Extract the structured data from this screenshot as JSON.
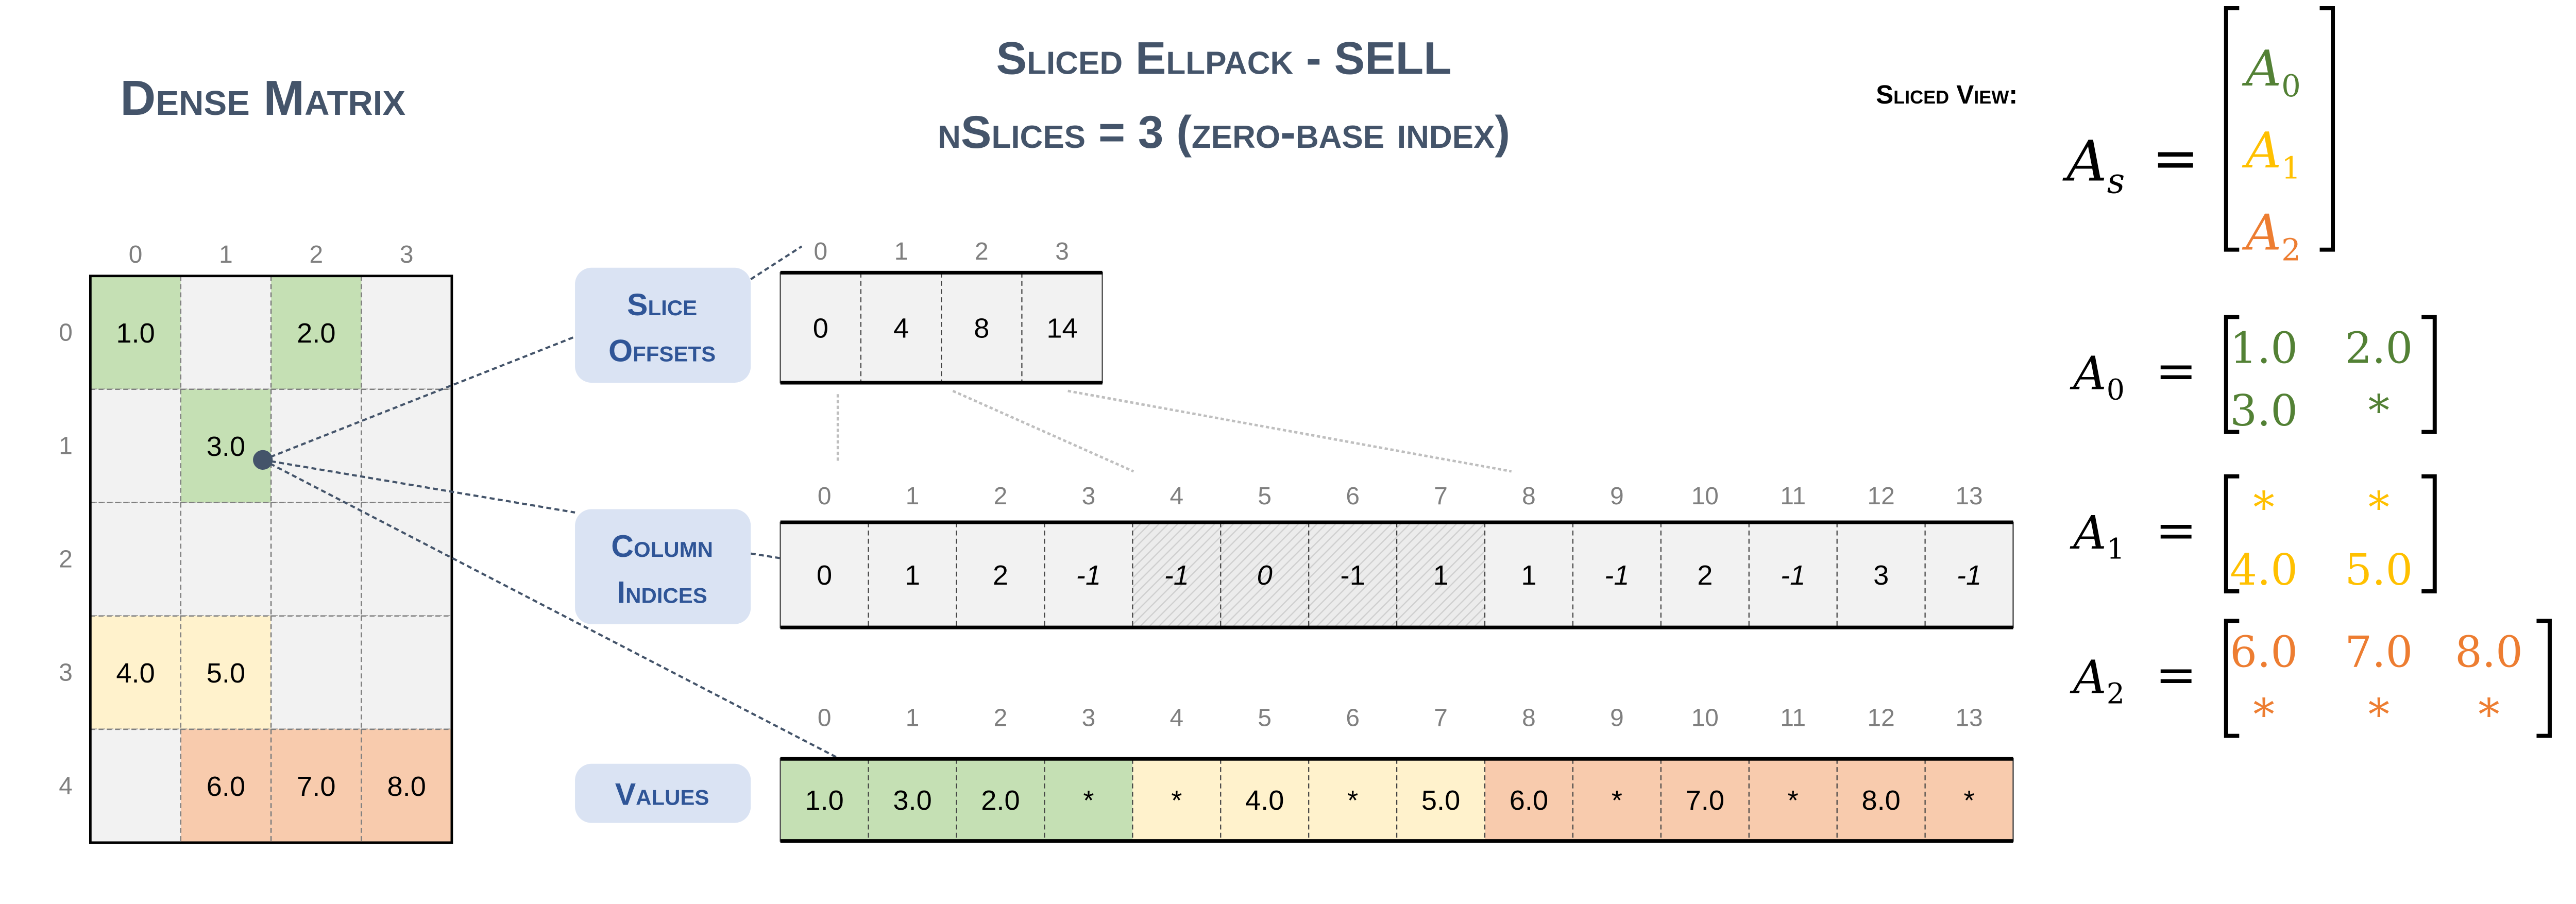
{
  "titles": {
    "dense": "Dense Matrix",
    "main": "Sliced Ellpack - SELL",
    "sub": "nSlices = 3 (zero-base index)",
    "sliced_view": "Sliced View:"
  },
  "colors": {
    "green_fill": "#c5e0b4",
    "yellow_fill": "#fff2cc",
    "orange_fill": "#f8cbad",
    "empty_fill": "#f2f2f2",
    "green_text": "#538135",
    "yellow_text": "#ffc000",
    "orange_text": "#ed7d31",
    "label_box": "#dae3f3"
  },
  "dense": {
    "col_labels": [
      "0",
      "1",
      "2",
      "3"
    ],
    "row_labels": [
      "0",
      "1",
      "2",
      "3",
      "4"
    ],
    "cells": [
      [
        {
          "v": "1.0",
          "c": "green"
        },
        {
          "v": "",
          "c": "empty"
        },
        {
          "v": "2.0",
          "c": "green"
        },
        {
          "v": "",
          "c": "empty"
        }
      ],
      [
        {
          "v": "",
          "c": "empty"
        },
        {
          "v": "3.0",
          "c": "green"
        },
        {
          "v": "",
          "c": "empty"
        },
        {
          "v": "",
          "c": "empty"
        }
      ],
      [
        {
          "v": "",
          "c": "empty"
        },
        {
          "v": "",
          "c": "empty"
        },
        {
          "v": "",
          "c": "empty"
        },
        {
          "v": "",
          "c": "empty"
        }
      ],
      [
        {
          "v": "4.0",
          "c": "yellow"
        },
        {
          "v": "5.0",
          "c": "yellow"
        },
        {
          "v": "",
          "c": "empty"
        },
        {
          "v": "",
          "c": "empty"
        }
      ],
      [
        {
          "v": "",
          "c": "empty"
        },
        {
          "v": "6.0",
          "c": "orange"
        },
        {
          "v": "7.0",
          "c": "orange"
        },
        {
          "v": "8.0",
          "c": "orange"
        }
      ]
    ]
  },
  "labels": {
    "slice_offsets": [
      "Slice",
      "Offsets"
    ],
    "column_indices": [
      "Column",
      "Indices"
    ],
    "values": "Values"
  },
  "slice_offsets": {
    "indices": [
      "0",
      "1",
      "2",
      "3"
    ],
    "values": [
      "0",
      "4",
      "8",
      "14"
    ]
  },
  "column_indices": {
    "indices": [
      "0",
      "1",
      "2",
      "3",
      "4",
      "5",
      "6",
      "7",
      "8",
      "9",
      "10",
      "11",
      "12",
      "13"
    ],
    "values": [
      {
        "v": "0",
        "italic": false,
        "hatched": false
      },
      {
        "v": "1",
        "italic": false,
        "hatched": false
      },
      {
        "v": "2",
        "italic": false,
        "hatched": false
      },
      {
        "v": "-1",
        "italic": true,
        "hatched": false
      },
      {
        "v": "-1",
        "italic": true,
        "hatched": true
      },
      {
        "v": "0",
        "italic": true,
        "hatched": true
      },
      {
        "v": "-1",
        "italic": false,
        "hatched": true
      },
      {
        "v": "1",
        "italic": false,
        "hatched": true
      },
      {
        "v": "1",
        "italic": false,
        "hatched": false
      },
      {
        "v": "-1",
        "italic": true,
        "hatched": false
      },
      {
        "v": "2",
        "italic": false,
        "hatched": false
      },
      {
        "v": "-1",
        "italic": true,
        "hatched": false
      },
      {
        "v": "3",
        "italic": false,
        "hatched": false
      },
      {
        "v": "-1",
        "italic": true,
        "hatched": false
      }
    ]
  },
  "values": {
    "indices": [
      "0",
      "1",
      "2",
      "3",
      "4",
      "5",
      "6",
      "7",
      "8",
      "9",
      "10",
      "11",
      "12",
      "13"
    ],
    "values": [
      {
        "v": "1.0",
        "c": "green"
      },
      {
        "v": "3.0",
        "c": "green"
      },
      {
        "v": "2.0",
        "c": "green"
      },
      {
        "v": "*",
        "c": "green"
      },
      {
        "v": "*",
        "c": "yellow"
      },
      {
        "v": "4.0",
        "c": "yellow"
      },
      {
        "v": "*",
        "c": "yellow"
      },
      {
        "v": "5.0",
        "c": "yellow"
      },
      {
        "v": "6.0",
        "c": "orange"
      },
      {
        "v": "*",
        "c": "orange"
      },
      {
        "v": "7.0",
        "c": "orange"
      },
      {
        "v": "*",
        "c": "orange"
      },
      {
        "v": "8.0",
        "c": "orange"
      },
      {
        "v": "*",
        "c": "orange"
      }
    ]
  },
  "math": {
    "As": {
      "base": "A",
      "sub": "s",
      "eq": "=",
      "rows": [
        {
          "base": "A",
          "sub": "0",
          "c": "green"
        },
        {
          "base": "A",
          "sub": "1",
          "c": "yellow"
        },
        {
          "base": "A",
          "sub": "2",
          "c": "orange"
        }
      ]
    },
    "blocks": [
      {
        "base": "A",
        "sub": "0",
        "eq": "=",
        "c": "green",
        "rows": [
          [
            "1.0",
            "2.0"
          ],
          [
            "3.0",
            "*"
          ]
        ]
      },
      {
        "base": "A",
        "sub": "1",
        "eq": "=",
        "c": "yellow",
        "rows": [
          [
            "*",
            "*"
          ],
          [
            "4.0",
            "5.0"
          ]
        ]
      },
      {
        "base": "A",
        "sub": "2",
        "eq": "=",
        "c": "orange",
        "rows": [
          [
            "6.0",
            "7.0",
            "8.0"
          ],
          [
            "*",
            "*",
            "*"
          ]
        ]
      }
    ]
  }
}
